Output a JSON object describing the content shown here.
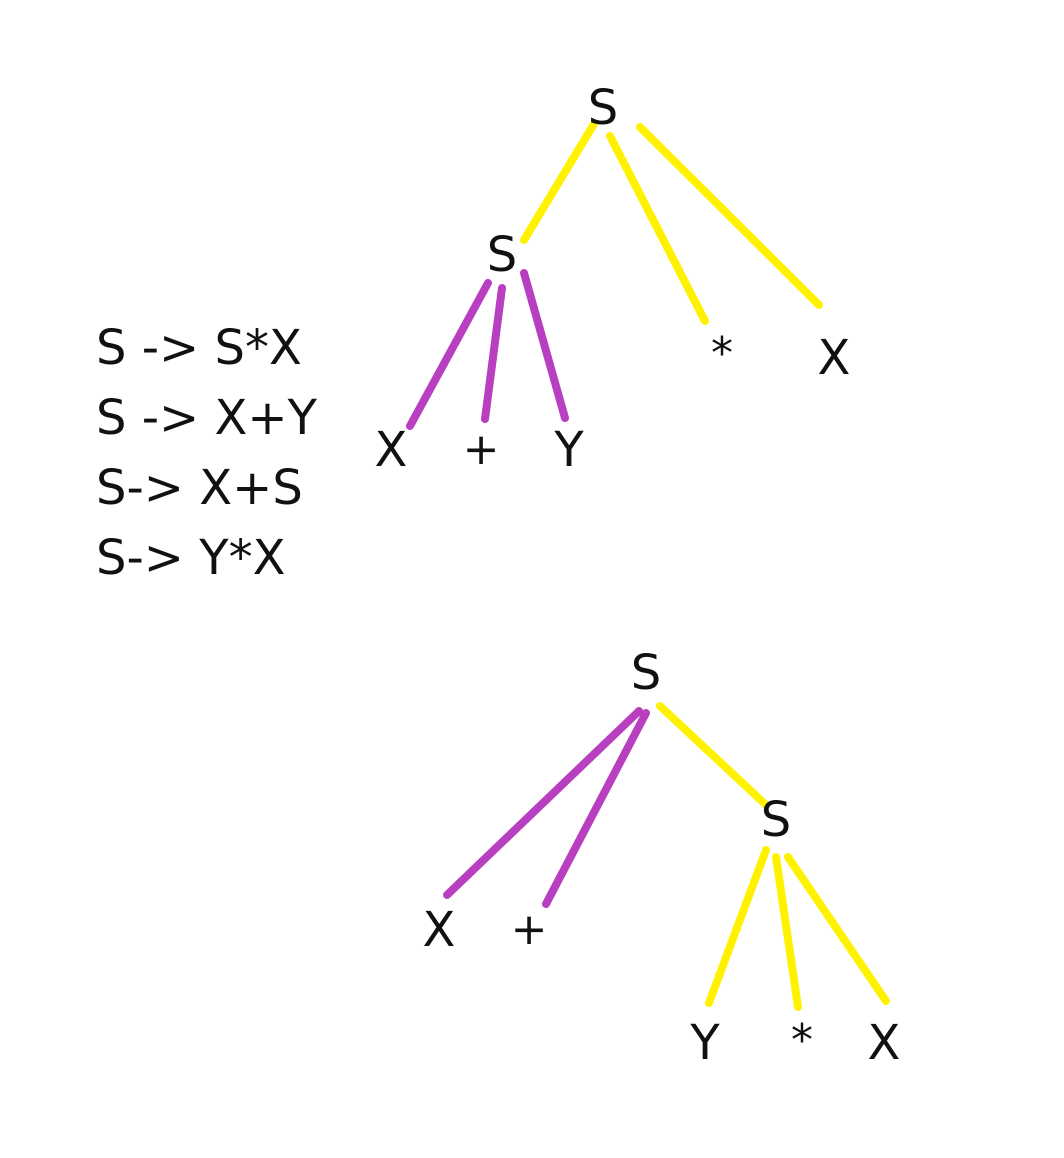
{
  "grammar": {
    "rules": [
      "S -> S*X",
      "S -> X+Y",
      "S-> X+S",
      "S-> Y*X"
    ]
  },
  "colors": {
    "outer_production": "#FFF200",
    "inner_production": "#B83FBF",
    "text": "#111111"
  },
  "tree1": {
    "root": "S",
    "child_s": "S",
    "star": "*",
    "x_right": "X",
    "leaf_x": "X",
    "leaf_plus": "+",
    "leaf_y": "Y"
  },
  "tree2": {
    "root": "S",
    "leaf_x": "X",
    "leaf_plus": "+",
    "child_s": "S",
    "leaf_y": "Y",
    "leaf_star": "*",
    "leaf_x2": "X"
  }
}
